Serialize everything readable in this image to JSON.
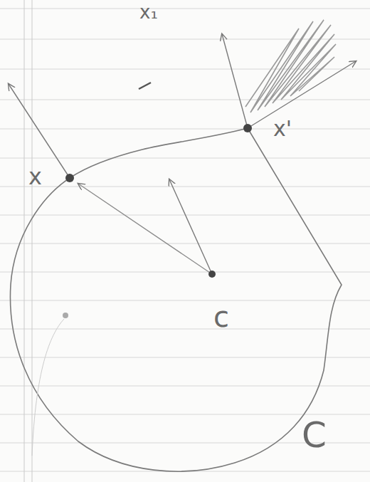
{
  "diagram": {
    "labels": [
      "x₁",
      "x",
      "x'",
      "c",
      "C"
    ]
  }
}
